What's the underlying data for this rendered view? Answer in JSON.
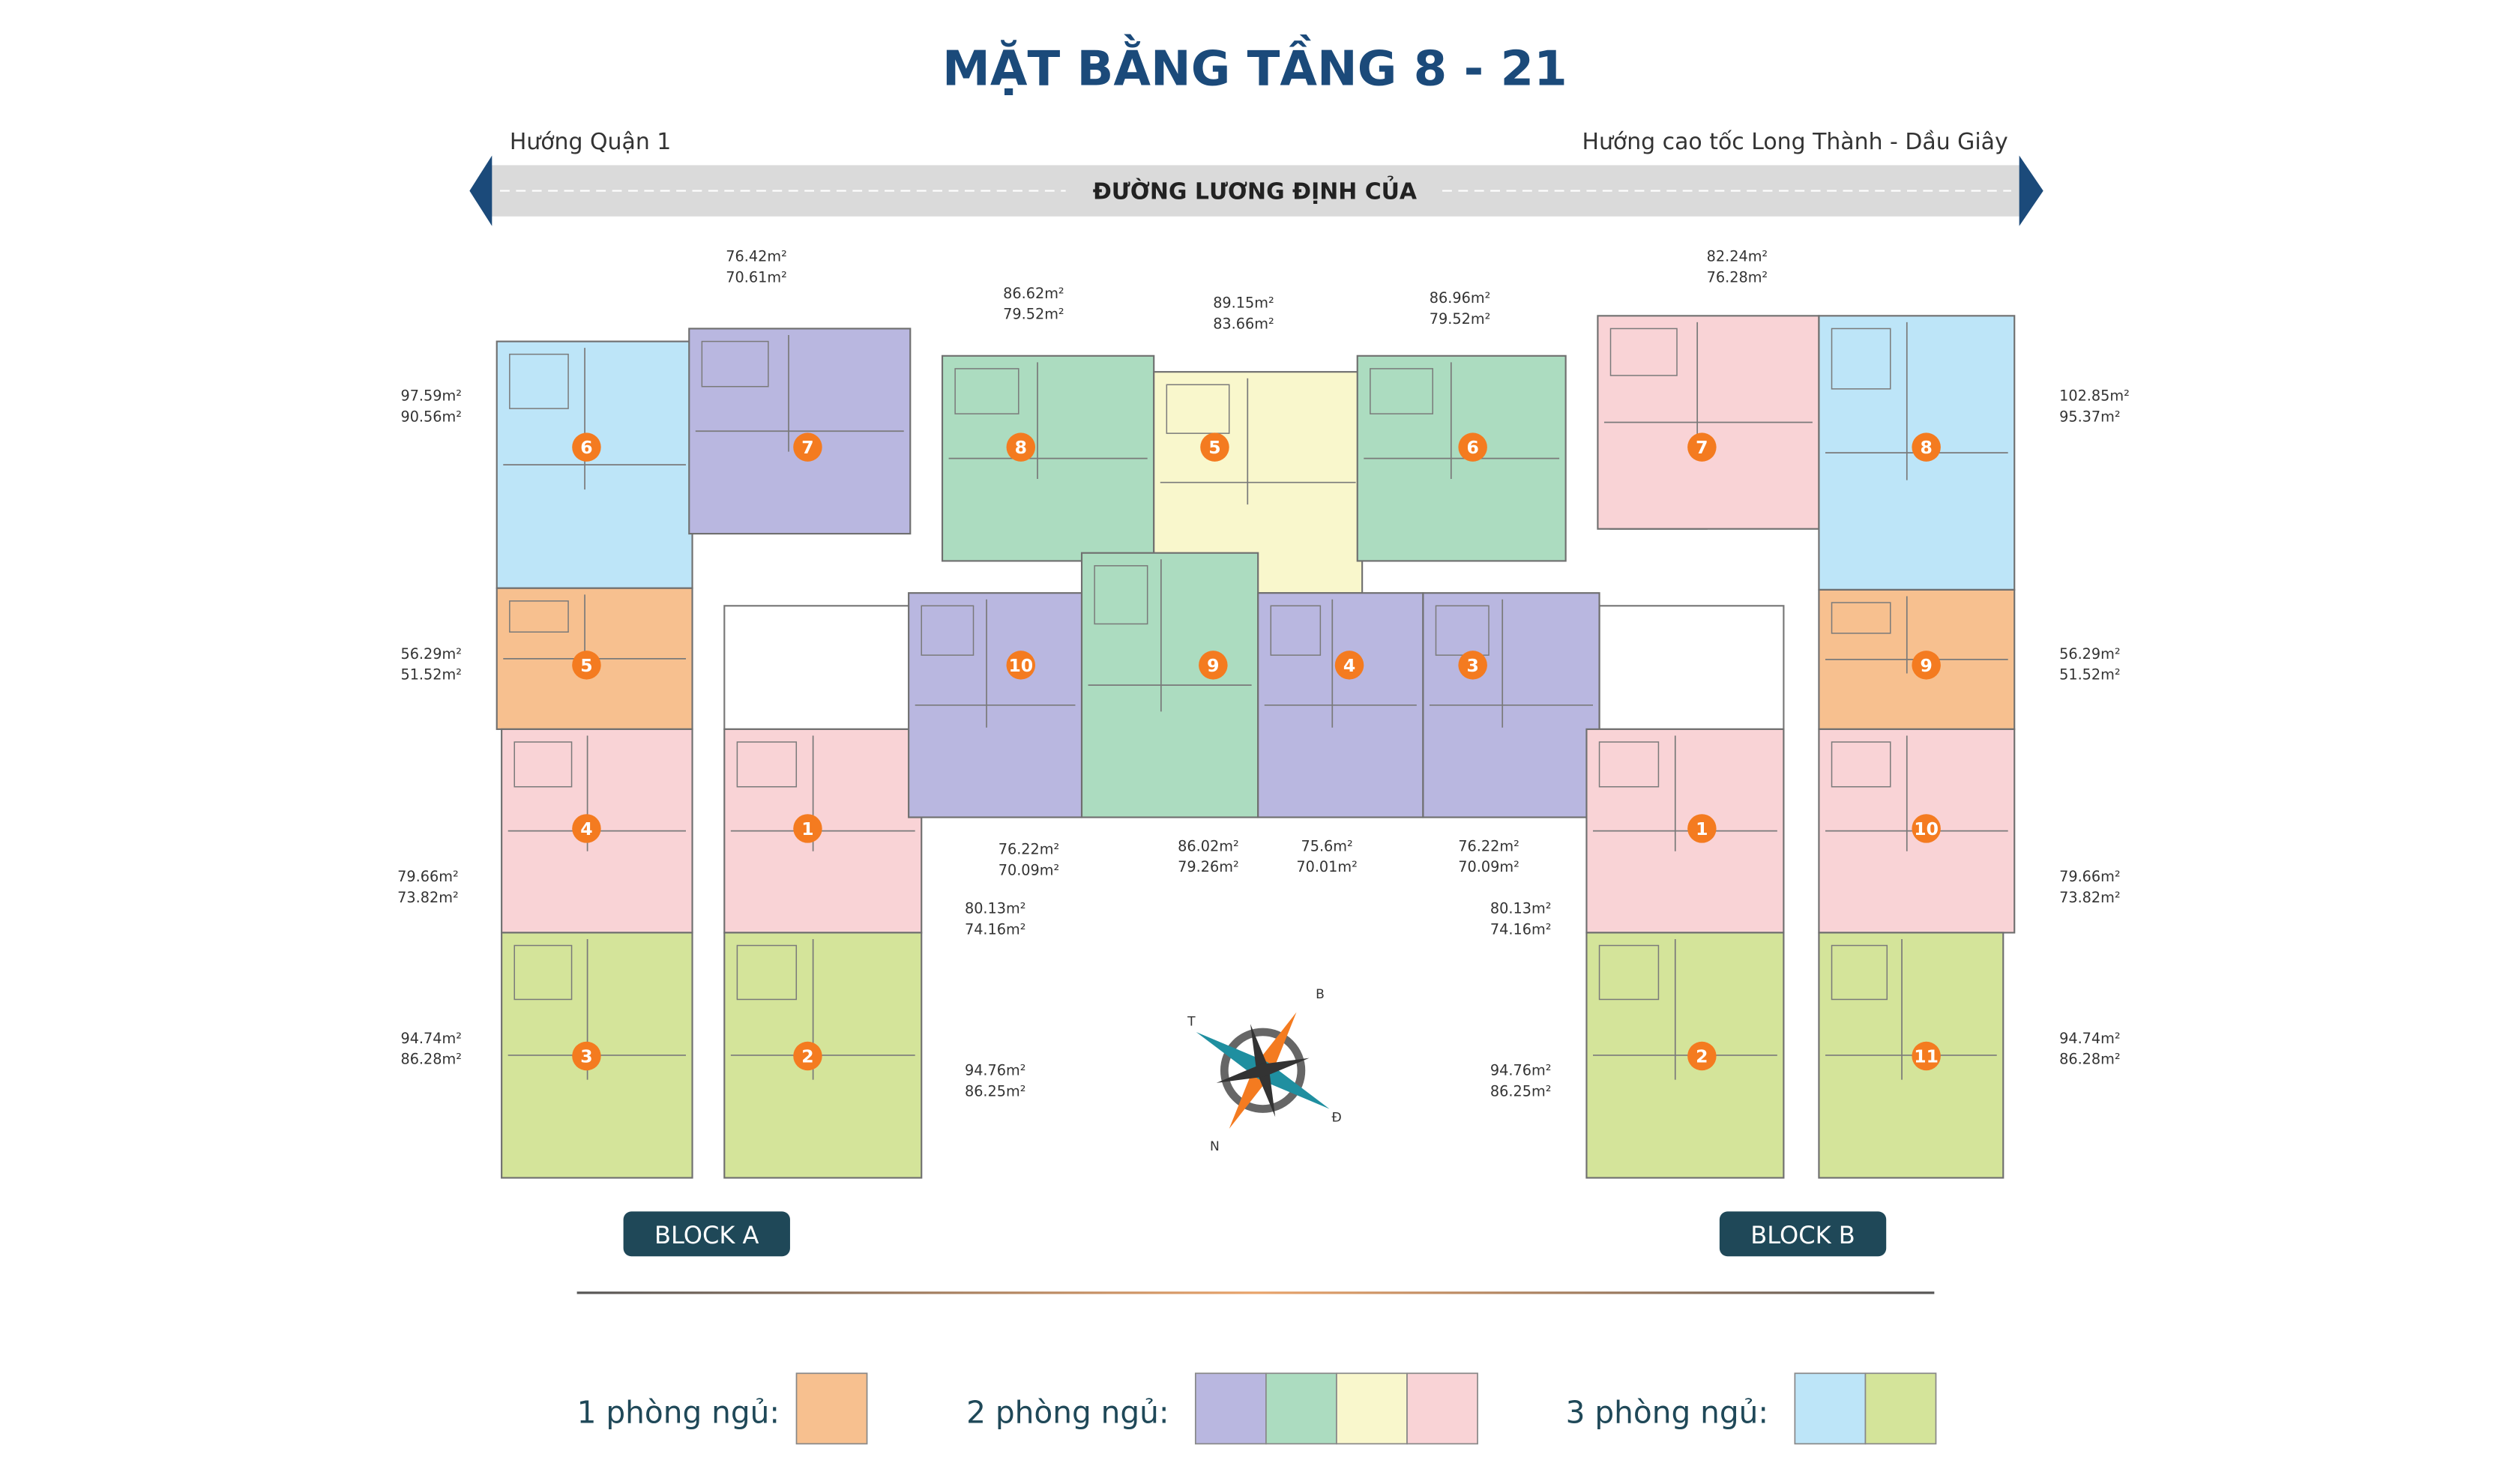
{
  "title": "MẶT BẰNG TẦNG 8 - 21",
  "direction_left": "Hướng Quận 1",
  "direction_right": "Hướng cao tốc Long Thành - Dầu Giây",
  "road_name": "ĐƯỜNG LƯƠNG ĐỊNH CỦA",
  "blocks": [
    "BLOCK A",
    "BLOCK B"
  ],
  "compass": {
    "top": "B",
    "left": "T",
    "right": "Đ",
    "bottom": "N"
  },
  "colors": {
    "navy": "#1b4a7a",
    "badge": "#f47b20",
    "block_btn": "#1f4858",
    "orange": "#f7c08f",
    "purple": "#b9b7e0",
    "mint": "#acdcc0",
    "yellow": "#f9f7cc",
    "pink": "#f9d3d6",
    "blue": "#bde5f8",
    "lime": "#d4e49a"
  },
  "legend": [
    {
      "label": "1 phòng ngủ:",
      "swatches": [
        "orange"
      ]
    },
    {
      "label": "2 phòng ngủ:",
      "swatches": [
        "purple",
        "mint",
        "yellow",
        "pink"
      ]
    },
    {
      "label": "3 phòng ngủ:",
      "swatches": [
        "blue",
        "lime"
      ]
    }
  ],
  "units": [
    {
      "block": "A",
      "no": "6",
      "color": "blue",
      "area1": "97.59m²",
      "area2": "90.56m²"
    },
    {
      "block": "A",
      "no": "7",
      "color": "purple",
      "area1": "76.42m²",
      "area2": "70.61m²"
    },
    {
      "block": "A",
      "no": "5",
      "color": "orange",
      "area1": "56.29m²",
      "area2": "51.52m²"
    },
    {
      "block": "A",
      "no": "4",
      "color": "pink",
      "area1": "79.66m²",
      "area2": "73.82m²"
    },
    {
      "block": "A",
      "no": "1",
      "color": "pink",
      "area1": "80.13m²",
      "area2": "74.16m²"
    },
    {
      "block": "A",
      "no": "3",
      "color": "lime",
      "area1": "94.74m²",
      "area2": "86.28m²"
    },
    {
      "block": "A",
      "no": "2",
      "color": "lime",
      "area1": "94.76m²",
      "area2": "86.25m²"
    },
    {
      "block": "C",
      "no": "8",
      "color": "mint",
      "area1": "86.62m²",
      "area2": "79.52m²"
    },
    {
      "block": "C",
      "no": "5",
      "color": "yellow",
      "area1": "89.15m²",
      "area2": "83.66m²"
    },
    {
      "block": "C",
      "no": "6",
      "color": "mint",
      "area1": "86.96m²",
      "area2": "79.52m²"
    },
    {
      "block": "C",
      "no": "10",
      "color": "purple",
      "area1": "76.22m²",
      "area2": "70.09m²"
    },
    {
      "block": "C",
      "no": "9",
      "color": "mint",
      "area1": "86.02m²",
      "area2": "79.26m²"
    },
    {
      "block": "C",
      "no": "4",
      "color": "purple",
      "area1": "75.6m²",
      "area2": "70.01m²"
    },
    {
      "block": "C",
      "no": "3",
      "color": "purple",
      "area1": "76.22m²",
      "area2": "70.09m²"
    },
    {
      "block": "B",
      "no": "7",
      "color": "pink",
      "area1": "82.24m²",
      "area2": "76.28m²"
    },
    {
      "block": "B",
      "no": "8",
      "color": "blue",
      "area1": "102.85m²",
      "area2": "95.37m²"
    },
    {
      "block": "B",
      "no": "9",
      "color": "orange",
      "area1": "56.29m²",
      "area2": "51.52m²"
    },
    {
      "block": "B",
      "no": "1",
      "color": "pink",
      "area1": "80.13m²",
      "area2": "74.16m²"
    },
    {
      "block": "B",
      "no": "10",
      "color": "pink",
      "area1": "79.66m²",
      "area2": "73.82m²"
    },
    {
      "block": "B",
      "no": "2",
      "color": "lime",
      "area1": "94.76m²",
      "area2": "86.25m²"
    },
    {
      "block": "B",
      "no": "11",
      "color": "lime",
      "area1": "94.74m²",
      "area2": "86.28m²"
    }
  ]
}
